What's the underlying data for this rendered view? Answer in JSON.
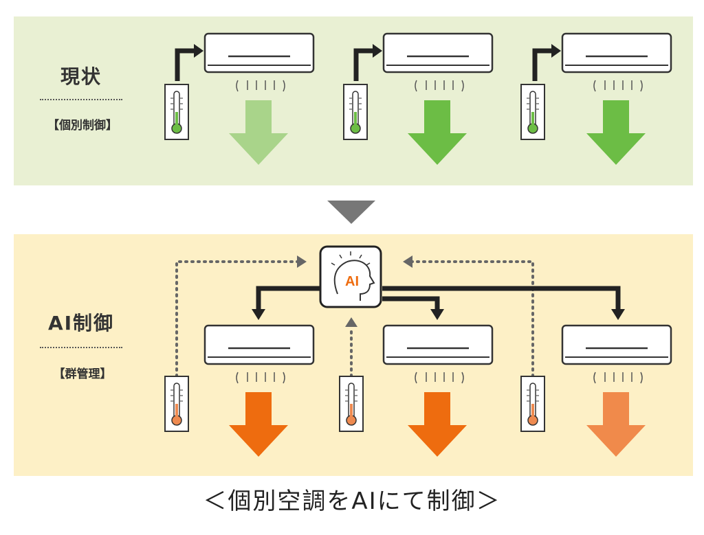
{
  "top_panel": {
    "title": "現状",
    "subtitle": "【個別制御】"
  },
  "bottom_panel": {
    "title": "AI制御",
    "subtitle": "【群管理】",
    "ai_label": "AI"
  },
  "caption": "＜個別空調をAIにて制御＞",
  "colors": {
    "top_bg": "#e9f0d3",
    "bottom_bg": "#fdf0c6",
    "arrow_light_green": "#a9d48a",
    "arrow_green": "#6cbd45",
    "arrow_orange": "#ee6c0f",
    "arrow_light_orange": "#f08a4b"
  },
  "icons": [
    "air-conditioner-icon",
    "thermometer-icon",
    "ai-brain-icon",
    "down-arrow-icon"
  ]
}
